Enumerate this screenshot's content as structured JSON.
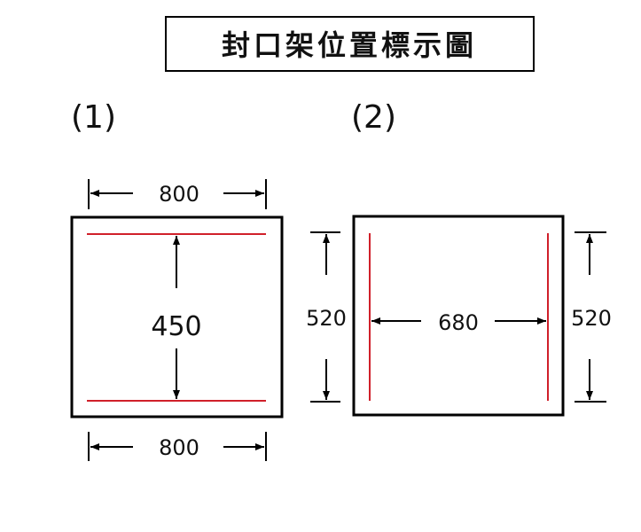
{
  "title": "封口架位置標示圖",
  "diagram1": {
    "label": "(1)",
    "top_width": "800",
    "height": "450",
    "bottom_width": "800"
  },
  "diagram2": {
    "label": "(2)",
    "left_height": "520",
    "inner_width": "680",
    "right_height": "520"
  },
  "colors": {
    "outline": "#000000",
    "seal_bar": "#d0202a"
  }
}
